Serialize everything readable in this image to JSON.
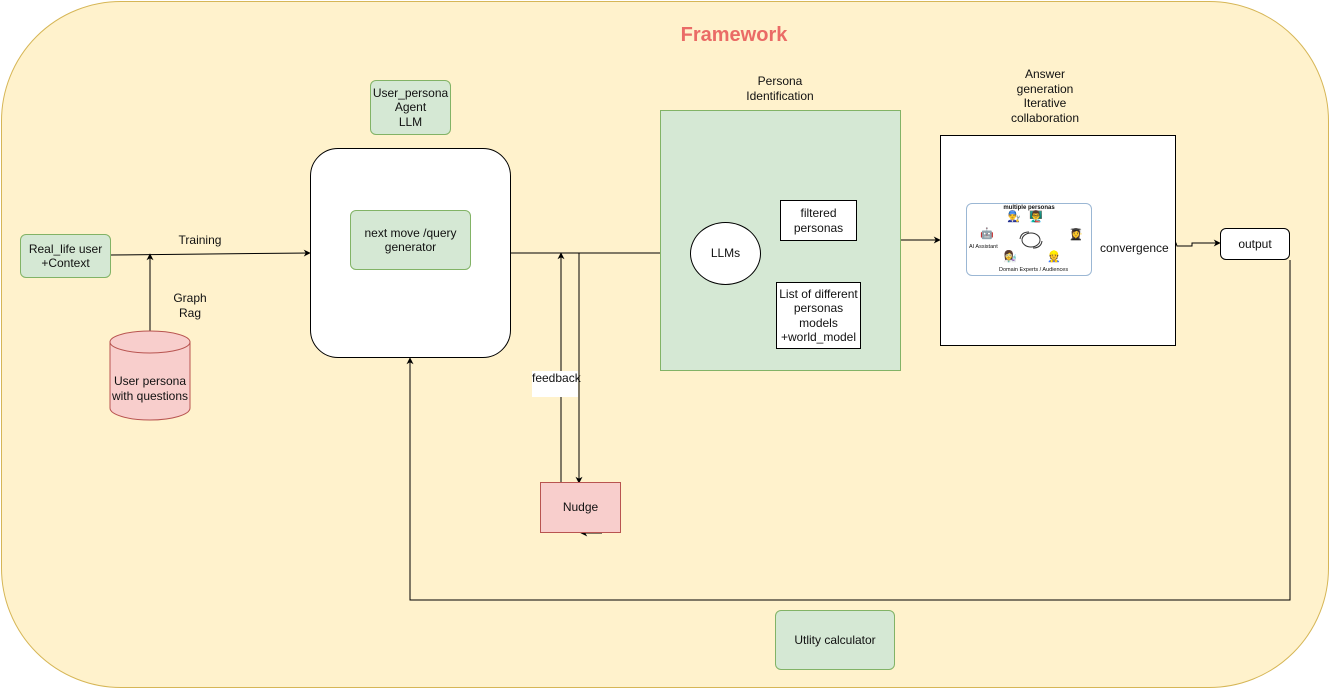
{
  "title": "Framework",
  "nodes": {
    "real_life_user": [
      "Real_life user",
      "+Context"
    ],
    "user_persona_agent": [
      "User_persona",
      "Agent",
      "LLM"
    ],
    "query_generator": [
      "next move /query",
      "generator"
    ],
    "persona_identification": [
      "Persona",
      "Identification"
    ],
    "llms": "LLMs",
    "filtered_personas": [
      "filtered",
      "personas"
    ],
    "persona_models": [
      "List of different",
      "personas",
      "models",
      "+world_model"
    ],
    "answer_generation": [
      "Answer",
      "generation",
      "Iterative",
      "collaboration"
    ],
    "output": "output",
    "user_persona_db": [
      "User persona",
      "with questions"
    ],
    "nudge": "Nudge",
    "utility_calculator": "Utlity calculator"
  },
  "edge_labels": {
    "training": "Training",
    "graph_rag": [
      "Graph",
      "Rag"
    ],
    "feedback": "feedback",
    "convergence": "convergence"
  },
  "persona_card": {
    "title": "multiple personas",
    "assistant_label": "AI Assistant",
    "audience_label": "Domain Experts / Audiences"
  },
  "colors": {
    "frame_fill": "#fff2cc",
    "title": "#ea6b66",
    "green_fill": "#d5e8d4",
    "pink_fill": "#f8cecc"
  }
}
